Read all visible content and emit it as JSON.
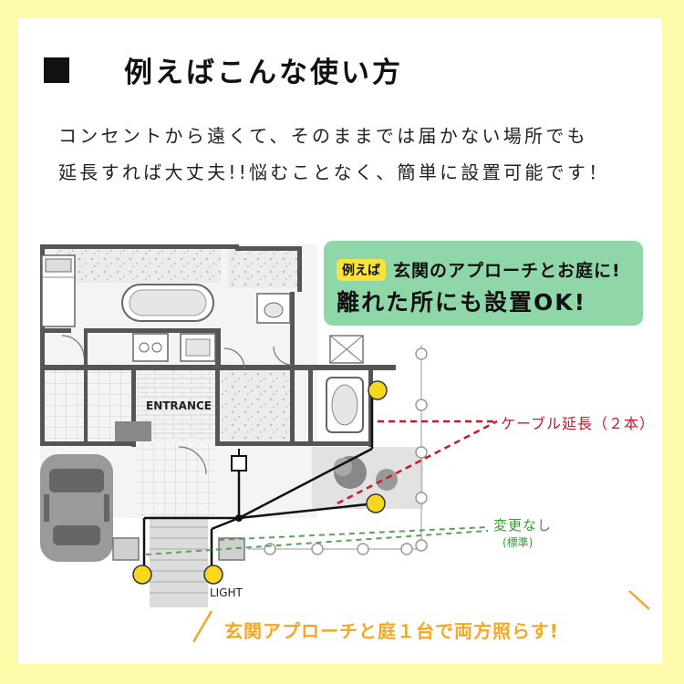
{
  "heading": {
    "title": "例えばこんな使い方"
  },
  "description": {
    "line1": "コンセントから遠くて、そのままでは届かない場所でも",
    "line2": "延長すれば大丈夫!!悩むことなく、簡単に設置可能です！"
  },
  "callout": {
    "tag": "例えば",
    "line1": "玄関のアプローチとお庭に!",
    "line2": "離れた所にも設置OK!"
  },
  "labels": {
    "entrance": "ENTRANCE",
    "light": "LIGHT",
    "cable_extension": "ケーブル延長（２本）",
    "standard": "変更なし",
    "standard_sub": "(標準)"
  },
  "slogan": "玄関アプローチと庭１台で両方照らす!",
  "colors": {
    "background": "#fdfaa9",
    "lamp": "#f8d81c",
    "extension_line": "#c9182c",
    "standard_line": "#5aa05a",
    "callout": "#8fd6a9",
    "slogan": "#f5a623"
  }
}
